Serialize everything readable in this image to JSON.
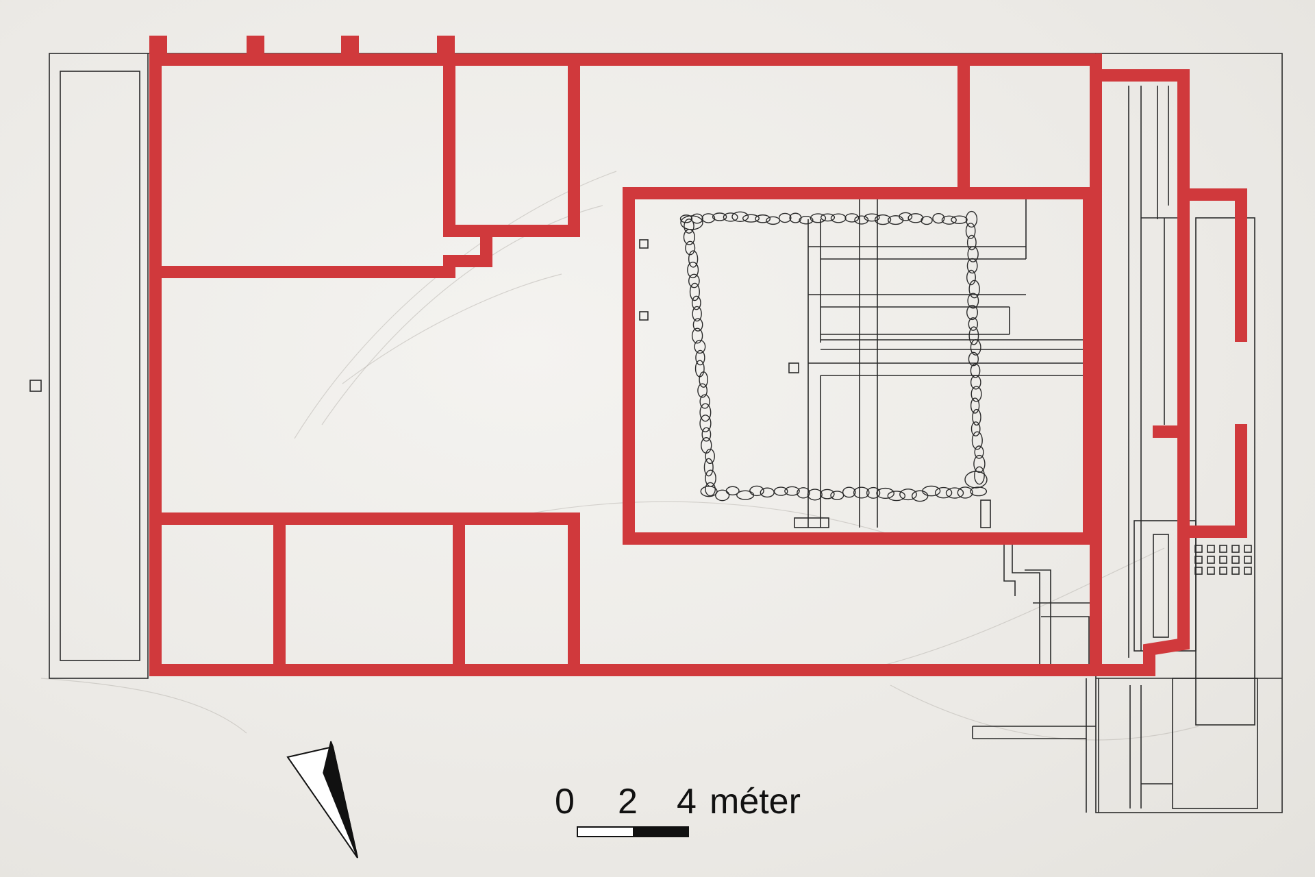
{
  "scale_bar": {
    "tick_labels": [
      "0",
      "2",
      "4"
    ],
    "unit": "méter"
  },
  "colors": {
    "wall": "#d0393c",
    "line": "#2a2a2a",
    "background": "#eceae6"
  },
  "icons": {
    "north_arrow": "north-arrow-icon"
  }
}
